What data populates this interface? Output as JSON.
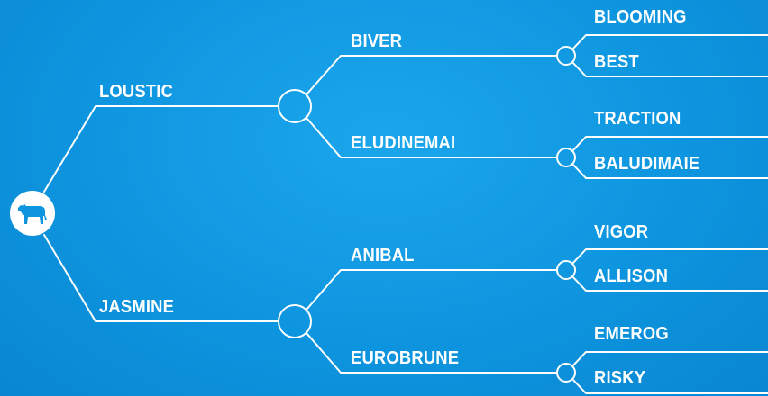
{
  "root": {
    "icon": "cow-icon"
  },
  "parents": [
    {
      "name": "LOUSTIC",
      "children": [
        {
          "name": "BIVER",
          "parents": [
            "BLOOMING",
            "BEST"
          ]
        },
        {
          "name": "ELUDINEMAI",
          "parents": [
            "TRACTION",
            "BALUDIMAIE"
          ]
        }
      ]
    },
    {
      "name": "JASMINE",
      "children": [
        {
          "name": "ANIBAL",
          "parents": [
            "VIGOR",
            "ALLISON"
          ]
        },
        {
          "name": "EUROBRUNE",
          "parents": [
            "EMEROG",
            "RISKY"
          ]
        }
      ]
    }
  ],
  "colors": {
    "line": "#ffffff",
    "background": "#129be4"
  }
}
